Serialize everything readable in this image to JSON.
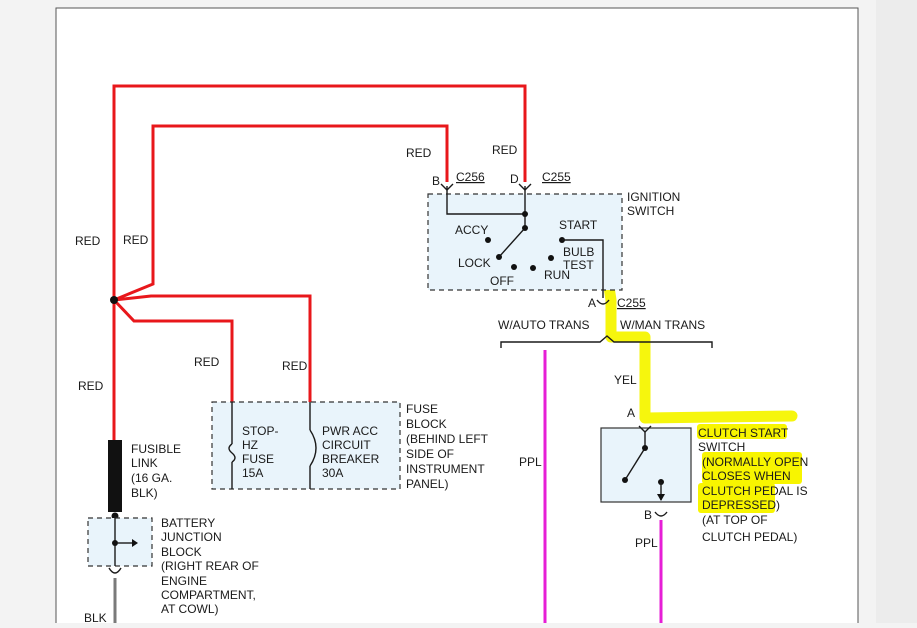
{
  "labels": {
    "red_1": "RED",
    "red_2": "RED",
    "red_3": "RED",
    "red_4": "RED",
    "red_5": "RED",
    "red_6": "RED",
    "red_7": "RED",
    "ppl_1": "PPL",
    "ppl_2": "PPL",
    "yel": "YEL",
    "blk": "BLK",
    "w_auto": "W/AUTO TRANS",
    "w_man": "W/MAN TRANS"
  },
  "connectors": {
    "b": "B",
    "c256": "C256",
    "d": "D",
    "c255_top": "C255",
    "a_ign": "A",
    "c255_bottom": "C255",
    "a_clutch": "A",
    "b_clutch": "B"
  },
  "ignition": {
    "title_1": "IGNITION",
    "title_2": "SWITCH",
    "accy": "ACCY",
    "start": "START",
    "lock": "LOCK",
    "bulb": "BULB",
    "test": "TEST",
    "off": "OFF",
    "run": "RUN"
  },
  "fuse_block": {
    "stop_1": "STOP-",
    "stop_2": "HZ",
    "stop_3": "FUSE",
    "stop_4": "15A",
    "pwr_1": "PWR ACC",
    "pwr_2": "CIRCUIT",
    "pwr_3": "BREAKER",
    "pwr_4": "30A",
    "desc": [
      "FUSE",
      "BLOCK",
      "(BEHIND LEFT",
      "SIDE OF",
      "INSTRUMENT",
      "PANEL)"
    ]
  },
  "fusible_link": [
    "FUSIBLE",
    "LINK",
    "(16 GA.",
    "BLK)"
  ],
  "battery_block": [
    "BATTERY",
    "JUNCTION",
    "BLOCK",
    "(RIGHT REAR OF",
    "ENGINE",
    "COMPARTMENT,",
    "AT COWL)"
  ],
  "clutch": [
    "CLUTCH START",
    "SWITCH",
    "(NORMALLY OPEN",
    "CLOSES WHEN",
    "CLUTCH PEDAL IS",
    "DEPRESSED)",
    "(AT TOP OF",
    "CLUTCH PEDAL)"
  ],
  "colors": {
    "red_wire": "#e8171b",
    "ppl_wire": "#e61ed6",
    "highlight": "#f5f500"
  }
}
